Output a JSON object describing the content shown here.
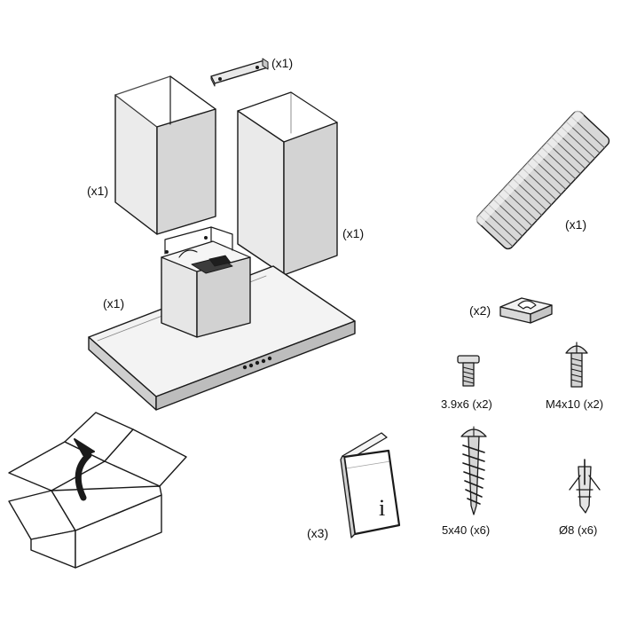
{
  "labels": {
    "bracket_qty": "(x1)",
    "left_chimney_qty": "(x1)",
    "right_chimney_qty": "(x1)",
    "motor_qty": "(x1)",
    "duct_qty": "(x1)",
    "clip_qty": "(x2)",
    "screw_3_9x6": "3.9x6 (x2)",
    "screw_m4x10": "M4x10 (x2)",
    "manual_qty": "(x3)",
    "screw_5x40": "5x40 (x6)",
    "anchor_8": "Ø8 (x6)",
    "manual_symbol": "i"
  },
  "colors": {
    "line": "#1a1a1a",
    "steel_light": "#f2f2f2",
    "steel_mid": "#d4d4d4",
    "steel_dark": "#b8b8b8"
  }
}
